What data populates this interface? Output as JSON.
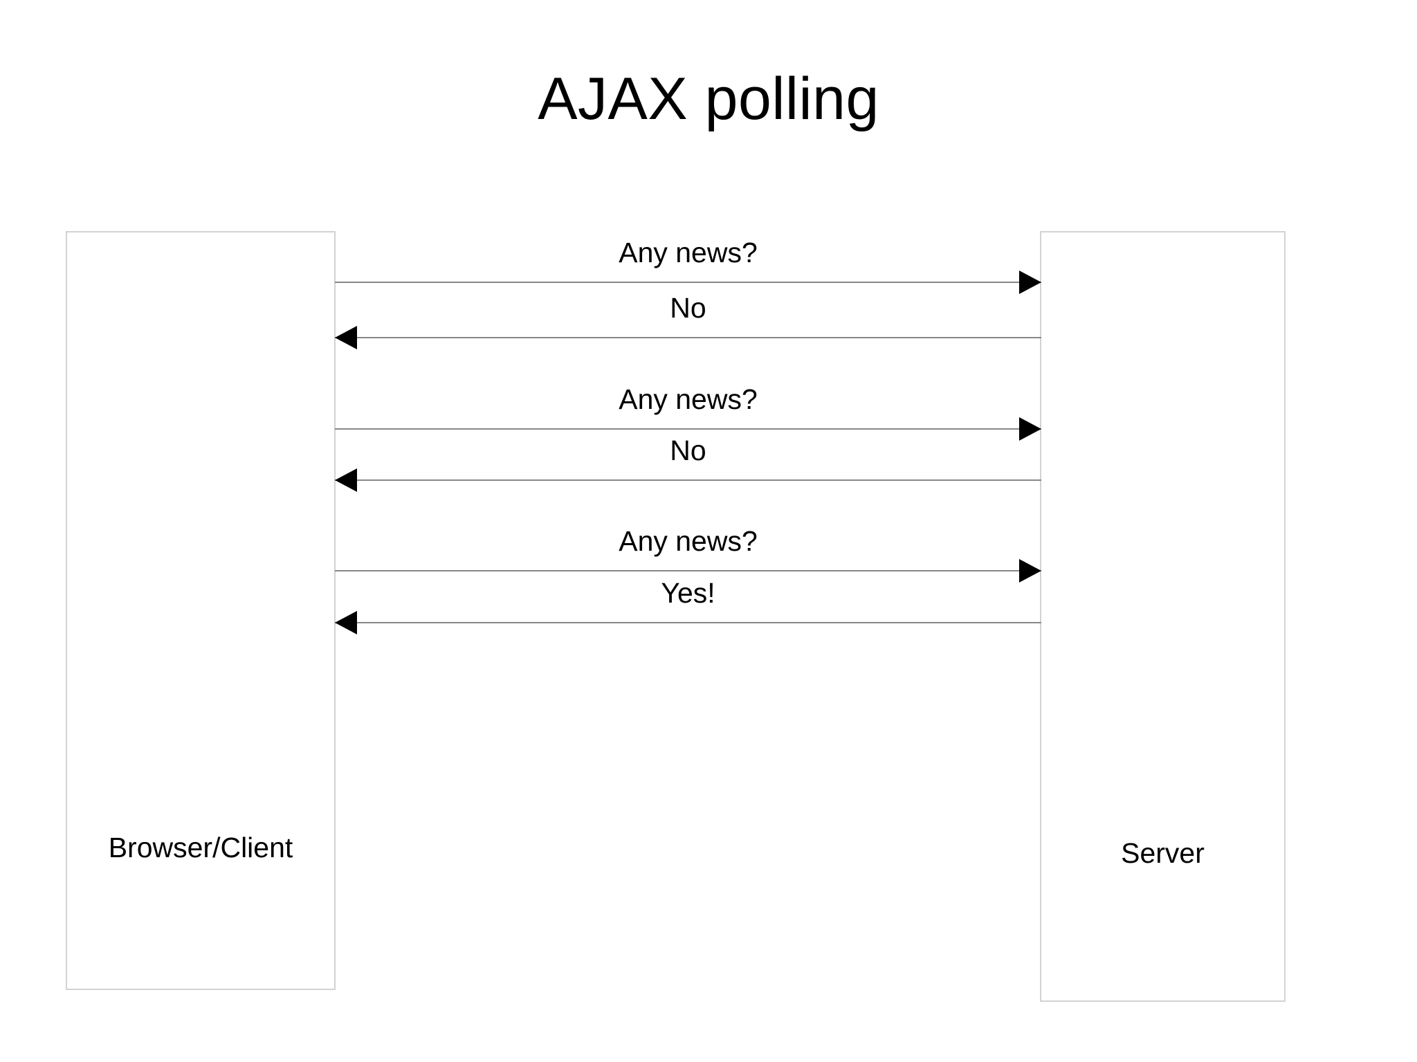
{
  "slide": {
    "title": "AJAX polling",
    "background_color": "#ffffff",
    "text_color": "#000000"
  },
  "actors": [
    {
      "id": "client",
      "label": "Browser/Client",
      "side": "left",
      "border_color": "#d2d2d2",
      "fill_color": "#ffffff"
    },
    {
      "id": "server",
      "label": "Server",
      "side": "right",
      "border_color": "#d2d2d2",
      "fill_color": "#ffffff"
    }
  ],
  "messages": [
    {
      "label": "Any news?",
      "direction": "to-right",
      "from": "client",
      "to": "server"
    },
    {
      "label": "No",
      "direction": "to-left",
      "from": "server",
      "to": "client"
    },
    {
      "label": "Any news?",
      "direction": "to-right",
      "from": "client",
      "to": "server"
    },
    {
      "label": "No",
      "direction": "to-left",
      "from": "server",
      "to": "client"
    },
    {
      "label": "Any news?",
      "direction": "to-right",
      "from": "client",
      "to": "server"
    },
    {
      "label": "Yes!",
      "direction": "to-left",
      "from": "server",
      "to": "client"
    }
  ],
  "style": {
    "line_color": "#878787",
    "arrowhead_color": "#000000"
  }
}
